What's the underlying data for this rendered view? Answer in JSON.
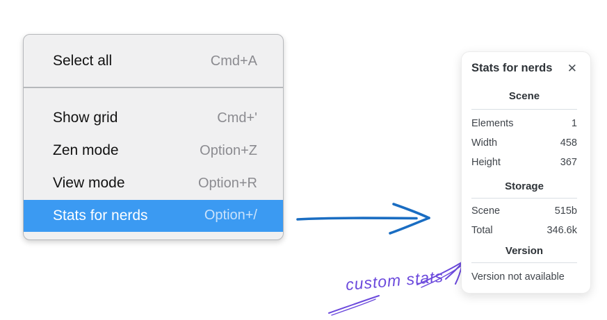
{
  "menu": {
    "items": [
      {
        "label": "Select all",
        "shortcut": "Cmd+A",
        "selected": false
      },
      {
        "label": "Show grid",
        "shortcut": "Cmd+'",
        "selected": false
      },
      {
        "label": "Zen mode",
        "shortcut": "Option+Z",
        "selected": false
      },
      {
        "label": "View mode",
        "shortcut": "Option+R",
        "selected": false
      },
      {
        "label": "Stats for nerds",
        "shortcut": "Option+/",
        "selected": true
      }
    ]
  },
  "stats_panel": {
    "title": "Stats for nerds",
    "close_glyph": "✕",
    "sections": [
      {
        "heading": "Scene",
        "rows": [
          {
            "label": "Elements",
            "value": "1"
          },
          {
            "label": "Width",
            "value": "458"
          },
          {
            "label": "Height",
            "value": "367"
          }
        ]
      },
      {
        "heading": "Storage",
        "rows": [
          {
            "label": "Scene",
            "value": "515b"
          },
          {
            "label": "Total",
            "value": "346.6k"
          }
        ]
      },
      {
        "heading": "Version",
        "note": "Version not available"
      }
    ]
  },
  "annotations": {
    "label": "custom stats"
  },
  "colors": {
    "page_bg": "#ffffff",
    "menu_bg": "#f0f0f1",
    "menu_border": "#b6b8bb",
    "menu_text": "#121212",
    "shortcut_text": "#8b8b90",
    "highlight_bg": "#3b9af2",
    "highlight_text": "#ffffff",
    "highlight_shortcut": "#c9e2fb",
    "panel_bg": "#ffffff",
    "panel_border": "#ececec",
    "panel_text": "#3f444a",
    "heading_text": "#2e3338",
    "divider": "#d9dee3",
    "arrow_blue": "#1a6dc2",
    "annotation_purple": "#6b49dc"
  }
}
